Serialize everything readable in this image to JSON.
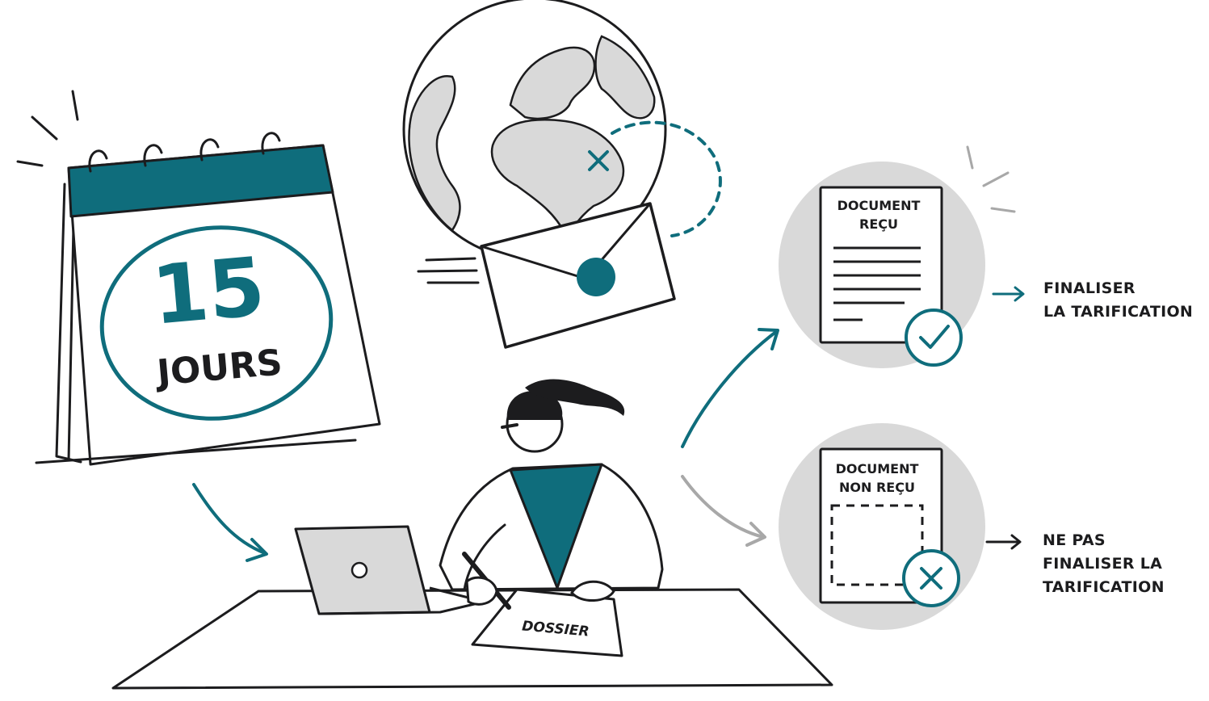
{
  "calendar": {
    "number": "15",
    "unit": "JOURS",
    "accent_color": "#0f6d7c"
  },
  "desk": {
    "folder_label": "DOSSIER"
  },
  "outcomes": {
    "received": {
      "doc_line1": "DOCUMENT",
      "doc_line2": "REÇU",
      "action_line1": "FINALISER",
      "action_line2": "LA TARIFICATION",
      "status_icon": "check-icon"
    },
    "not_received": {
      "doc_line1": "DOCUMENT",
      "doc_line2": "NON REÇU",
      "action_line1": "NE PAS",
      "action_line2": "FINALISER LA",
      "action_line3": "TARIFICATION",
      "status_icon": "cross-icon"
    }
  },
  "colors": {
    "accent": "#0f6d7c",
    "ink": "#1c1c1e",
    "grey_fill": "#d9d9d9",
    "grey_arrow": "#a8a8a8"
  }
}
